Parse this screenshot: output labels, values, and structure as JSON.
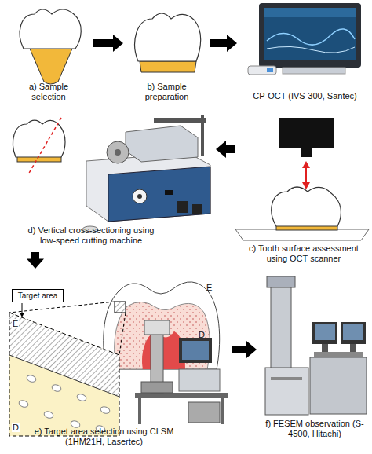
{
  "diagram": {
    "nodes": [
      {
        "text": [
          "a) Sample selection"
        ]
      },
      {
        "text": [
          "b) Sample preparation"
        ]
      },
      {
        "text": [
          "CP-OCT (IVS-300, Santec)"
        ]
      },
      {
        "text": [
          "c) Tooth surface assessment using OCT scanner"
        ]
      },
      {
        "text": [
          "d) Vertical cross-sectioning using low-speed cutting machine"
        ]
      },
      {
        "text": [
          "e) Target area selection using CLSM (1HM21H, Lasertec)"
        ]
      },
      {
        "text": [
          "f) FESEM observation (S-4500, Hitachi)"
        ]
      },
      {
        "text": [
          "Target area"
        ],
        "in": 5
      }
    ],
    "edges": [
      {
        "from": 0,
        "to": 1,
        "arrow": "to"
      },
      {
        "from": 1,
        "to": 2,
        "arrow": "to"
      },
      {
        "from": 3,
        "to": 4,
        "arrow": "to"
      },
      {
        "from": 4,
        "to": 5,
        "arrow": "to"
      },
      {
        "from": 5,
        "to": 6,
        "arrow": "to"
      }
    ],
    "labels": [
      "E",
      "D",
      "E",
      "D"
    ]
  }
}
